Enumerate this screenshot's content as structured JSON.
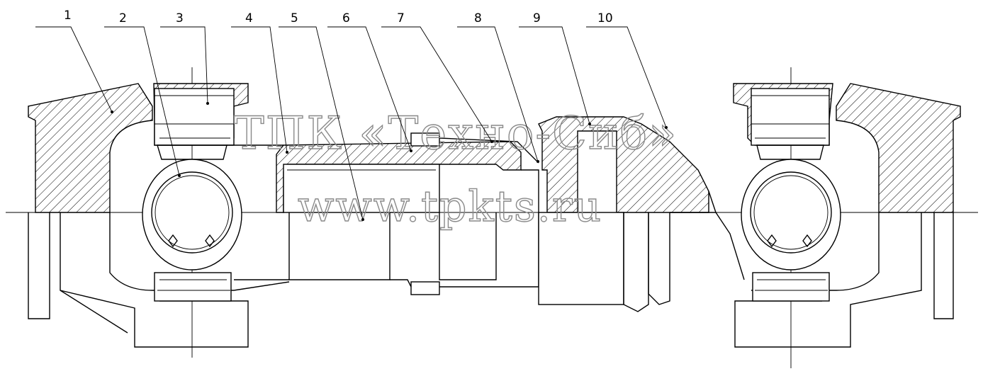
{
  "callouts": [
    {
      "n": "1"
    },
    {
      "n": "2"
    },
    {
      "n": "3"
    },
    {
      "n": "4"
    },
    {
      "n": "5"
    },
    {
      "n": "6"
    },
    {
      "n": "7"
    },
    {
      "n": "8"
    },
    {
      "n": "9"
    },
    {
      "n": "10"
    }
  ],
  "watermark": {
    "line1": "ТПК «Техно-Сиб»",
    "line2": "www.tpkts.ru"
  },
  "colors": {
    "line": "#000000",
    "watermark": "#8a8a8a",
    "background": "#ffffff"
  }
}
